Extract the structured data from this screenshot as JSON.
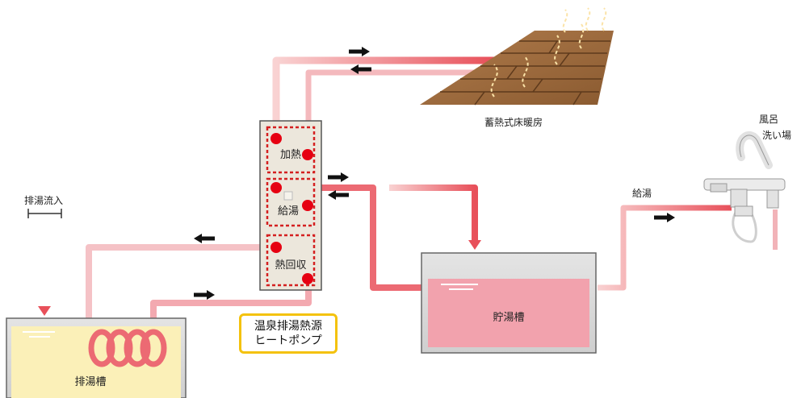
{
  "labels": {
    "floor_heating": "蓄熱式床暖房",
    "bath": "風呂",
    "washing_area": "洗い場",
    "hot_water_supply": "給湯",
    "drain_inflow": "排湯流入",
    "drain_tank": "排湯槽",
    "storage_tank": "貯湯槽",
    "unit_heating": "加熱",
    "unit_supply": "給湯",
    "unit_heat_recovery": "熱回収",
    "heat_pump_line1": "温泉排湯熱源",
    "heat_pump_line2": "ヒートポンプ"
  },
  "colors": {
    "pipe_light": "#f6c3c3",
    "pipe_dark": "#e8505a",
    "red_dot": "#e60012",
    "dashed_box": "#d42020",
    "unit_fill": "#ece7dc",
    "drain_water": "#fbf0b8",
    "storage_water": "#f2a2ad",
    "floor_wood": "#9a6a3f",
    "heat_pump_border": "#f4c20d",
    "arrow": "#111111"
  }
}
